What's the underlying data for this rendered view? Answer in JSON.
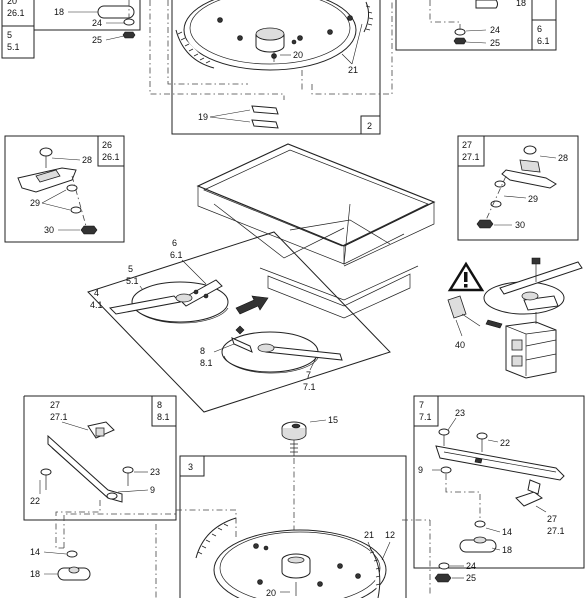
{
  "callouts": {
    "tl_num": "20",
    "tl_sub": "26.1",
    "tl_18": "18",
    "tl_24": "24",
    "tl_25": "25",
    "box5": "5",
    "box5_sub": "5.1",
    "top_20": "20",
    "top_21": "21",
    "top_19": "19",
    "box2": "2",
    "tr_18": "18",
    "tr_24": "24",
    "tr_25": "25",
    "box6": "6",
    "box6_sub": "6.1",
    "b26": "26",
    "b26_sub": "26.1",
    "l_28": "28",
    "l_29": "29",
    "l_30": "30",
    "b27": "27",
    "b27_sub": "27.1",
    "r_28": "28",
    "r_29": "29",
    "r_30": "30",
    "c4": "4",
    "c4_sub": "4.1",
    "c5": "5",
    "c5_sub": "5.1",
    "c6": "6",
    "c6_sub": "6.1",
    "c8": "8",
    "c8_sub": "8.1",
    "c7": "7",
    "c7_sub": "7.1",
    "c40": "40",
    "bl_27": "27",
    "bl_27_sub": "27.1",
    "b8": "8",
    "b8_sub": "8.1",
    "bl_23": "23",
    "bl_22": "22",
    "bl_9": "9",
    "c15": "15",
    "b7": "7",
    "b7_sub": "7.1",
    "br_23": "23",
    "br_22": "22",
    "br_9": "9",
    "br_27": "27",
    "br_27_sub": "27.1",
    "br_14": "14",
    "br_18": "18",
    "br_24": "24",
    "br_25": "25",
    "box3": "3",
    "bot_21": "21",
    "bot_12": "12",
    "bot_20": "20",
    "bl_14": "14",
    "bl_18": "18"
  },
  "warning_symbol": "warning-triangle-icon"
}
